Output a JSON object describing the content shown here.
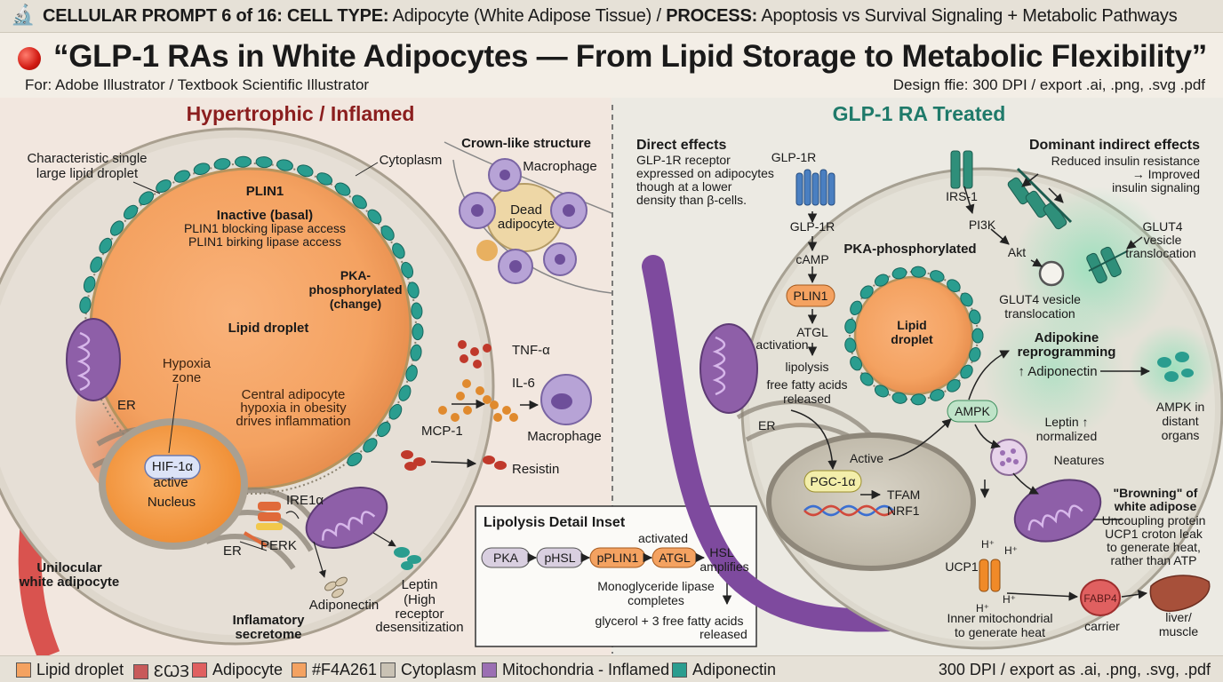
{
  "header": {
    "prompt_label": "CELLULAR PROMPT 6 of 16:",
    "cell_type_label": "CELL TYPE:",
    "cell_type_value": "Adipocyte (White Adipose Tissue) /",
    "process_label": "PROCESS:",
    "process_value": "Apoptosis vs Survival Signaling + Metabolic Pathways"
  },
  "title": "“GLP-1 RAs in White Adipocytes — From Lipid Storage to Metabolic Flexibility”",
  "subtitle_left": "For: Adobe Illustrator / Textbook Scientific Illustrator",
  "subtitle_right": "Design ffie: 300 DPI / export .ai, .png, .svg .pdf",
  "left_panel": {
    "heading": "Hypertrophic / Inflamed",
    "droplet_note_1": "Characteristic single",
    "droplet_note_2": "large lipid droplet",
    "cytoplasm": "Cytoplasm",
    "plin1": "PLIN1",
    "inactive": "Inactive (basal)",
    "blocking": "PLIN1 blocking lipase access",
    "birking": "PLIN1 birking lipase access",
    "pka_1": "PKA-",
    "pka_2": "phosphorylated",
    "pka_3": "(change)",
    "lipid_droplet": "Lipid droplet",
    "hypoxia_1": "Hypoxia",
    "hypoxia_2": "zone",
    "central_1": "Central adipocyte",
    "central_2": "hypoxia in obesity",
    "central_3": "drives inflammation",
    "er": "ER",
    "hif": "HIF-1α",
    "active": "active",
    "nucleus": "Nucleus",
    "ire": "IRE1α",
    "er2": "ER",
    "perk": "PERK",
    "unilocular_1": "Unilocular",
    "unilocular_2": "white adipocyte",
    "secretome_1": "Inflamatory",
    "secretome_2": "secretome",
    "adiponectin": "Adiponectin",
    "leptin_1": "Leptin",
    "leptin_2": "(High",
    "leptin_3": "receptor",
    "leptin_4": "desensitization",
    "crown": "Crown-like structure",
    "macrophage": "Macrophage",
    "dead_1": "Dead",
    "dead_2": "adipocyte",
    "tnf": "TNF-α",
    "il6": "IL-6",
    "mcp": "MCP-1",
    "macrophage2": "Macrophage",
    "resistin": "Resistin"
  },
  "inset": {
    "title": "Lipolysis Detail Inset",
    "pka": "PKA",
    "phsl": "pHSL",
    "pplin": "pPLIN1",
    "atgl": "ATGL",
    "activated": "activated",
    "hsl": "HSL",
    "amplifies": "amplifies",
    "mono_1": "Monoglyceride lipase",
    "mono_2": "completes",
    "glycerol": "glycerol + 3 free fatty acids",
    "released": "released"
  },
  "right_panel": {
    "heading": "GLP-1 RA Treated",
    "direct": "Direct effects",
    "direct_1": "GLP-1R receptor",
    "direct_2": "expressed on adipocytes",
    "direct_3": "though at a lower",
    "direct_4": "density than β-cells.",
    "glp1r_top": "GLP-1R",
    "glp1r": "GLP-1R",
    "camp": "cAMP",
    "plin1": "PLIN1",
    "atgl": "ATGL",
    "activation": "activation",
    "lipolysis": "lipolysis",
    "ffa_1": "free fatty acids",
    "ffa_2": "released",
    "er": "ER",
    "pka_phos": "PKA-phosphorylated",
    "lipid_1": "Lipid",
    "lipid_2": "droplet",
    "irs": "IRS-1",
    "pi3k": "PI3K",
    "akt": "Akt",
    "glut_ves_1": "GLUT4 vesicle",
    "glut_ves_2": "translocation",
    "indirect": "Dominant indirect effects",
    "reduced_1": "Reduced insulin resistance",
    "reduced_2": "→ Improved",
    "reduced_3": "insulin signaling",
    "glut4_1": "GLUT4",
    "glut4_2": "vesicle",
    "glut4_3": "translocation",
    "adipokine_1": "Adipokine",
    "adipokine_2": "reprogramming",
    "adiponectin": "↑ Adiponectin",
    "ampk": "AMPK",
    "ampk_distant_1": "AMPK in",
    "ampk_distant_2": "distant",
    "ampk_distant_3": "organs",
    "leptin_1": "Leptin ↑",
    "leptin_2": "normalized",
    "neatures": "Neatures",
    "active": "Active",
    "pgc": "PGC-1α",
    "tfam": "TFAM",
    "nrf1": "NRF1",
    "browning_1": "\"Browning\" of",
    "browning_2": "white adipose",
    "uncoupling_1": "Uncoupling protein",
    "uncoupling_2": "UCP1 croton leak",
    "uncoupling_3": "to generate heat,",
    "uncoupling_4": "rather than ATP",
    "h1": "H⁺",
    "h2": "H⁺",
    "h3": "H⁺",
    "ucp1": "UCP1",
    "inner_1": "Inner mitochondrial",
    "inner_2": "to generate heat",
    "fabp4": "FABP4",
    "carrier": "carrier",
    "liver_1": "liver/",
    "liver_2": "muscle"
  },
  "legend": {
    "items": [
      {
        "label": "Lipid droplet",
        "color": "#f4a261"
      },
      {
        "label": "ƐꞶꞫ",
        "color": "#c85a5a"
      },
      {
        "label": "Adipocyte",
        "color": "#e06060"
      },
      {
        "label": "#F4A261",
        "color": "#f4a261"
      },
      {
        "label": "Cytoplasm",
        "color": "#c9c2b4"
      },
      {
        "label": "Mitochondria - Inflamed",
        "color": "#9b6fb3"
      },
      {
        "label": "Adiponectin",
        "color": "#2a9d8f"
      }
    ],
    "right": "300 DPI / export as .ai, .png, .svg, .pdf"
  },
  "colors": {
    "lipid": "#f4a261",
    "teal": "#2a9d8f",
    "mito": "#9b6fb3",
    "vessel": "#d9534f",
    "inflamed_heading": "#8b1e1e",
    "treated_heading": "#1f7a6a"
  }
}
